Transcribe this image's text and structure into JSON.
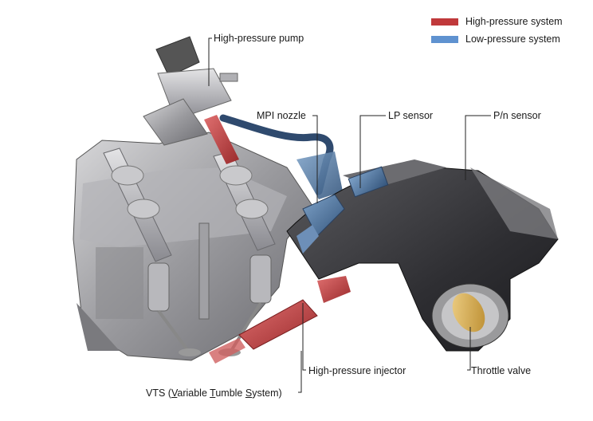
{
  "colors": {
    "high_pressure": "#c0393b",
    "low_pressure": "#5f92d0",
    "leader_line": "#222222"
  },
  "legend": [
    {
      "label": "High-pressure system",
      "color": "#c0393b"
    },
    {
      "label": "Low-pressure system",
      "color": "#5f92d0"
    }
  ],
  "labels": {
    "high_pressure_pump": "High-pressure pump",
    "mpi_nozzle": "MPI nozzle",
    "lp_sensor": "LP sensor",
    "pn_sensor": "P/n sensor",
    "high_pressure_injector": "High-pressure injector",
    "throttle_valve": "Throttle valve",
    "vts": {
      "prefix": "VTS (",
      "v": "V",
      "ariable": "ariable ",
      "t": "T",
      "umble": "umble ",
      "s": "S",
      "ystem": "ystem)"
    }
  }
}
